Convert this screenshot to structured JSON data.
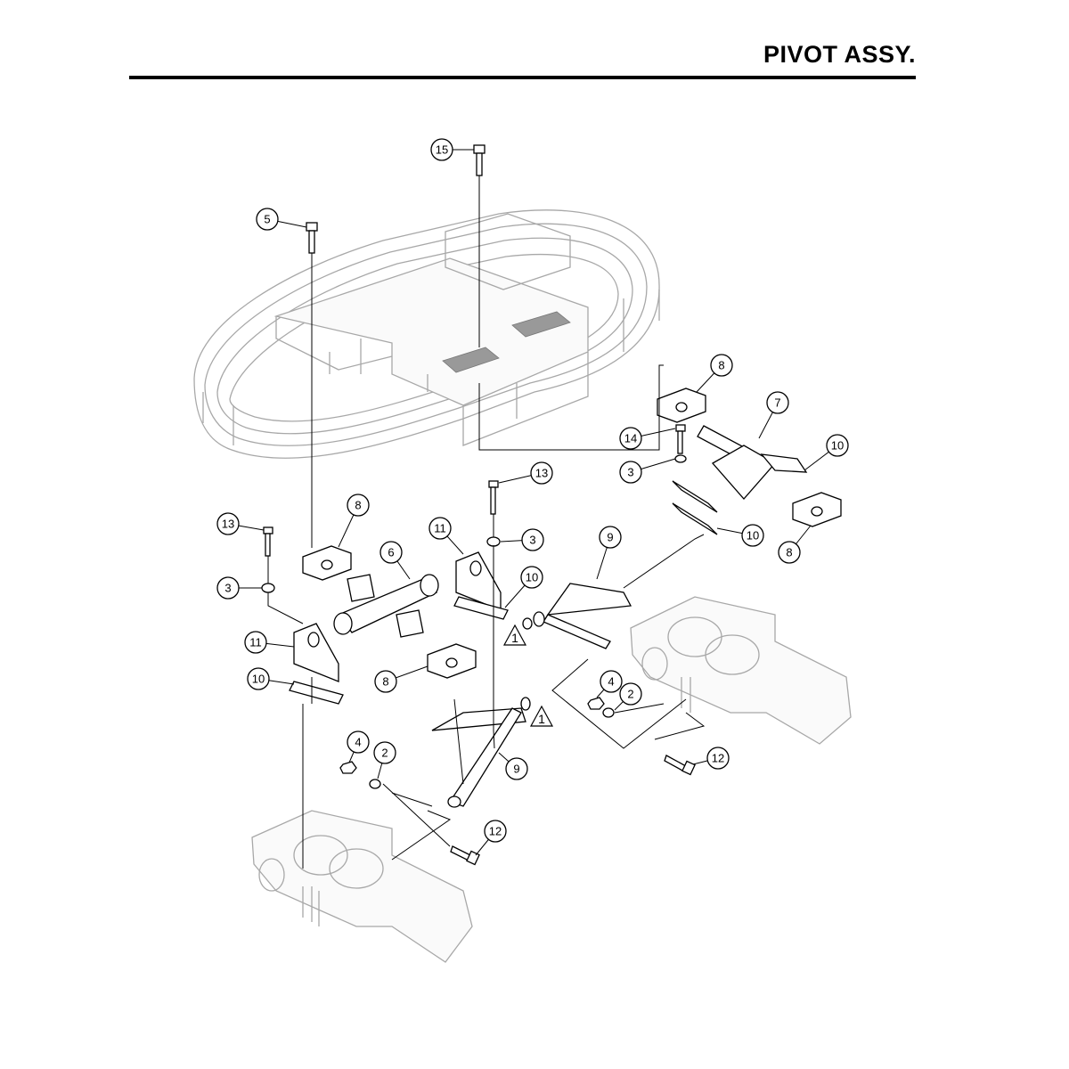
{
  "header": {
    "title": "PIVOT ASSY."
  },
  "callouts": {
    "c15": "15",
    "c5": "5",
    "c8_top": "8",
    "c7": "7",
    "c14": "14",
    "c3_right": "3",
    "c10_right_a": "10",
    "c8_right": "8",
    "c10_right_b": "10",
    "c13_mid": "13",
    "c13_left": "13",
    "c8_mid": "8",
    "c11_mid": "11",
    "c3_mid": "3",
    "c6": "6",
    "c3_left": "3",
    "c10_mid": "10",
    "c9_top": "9",
    "c11_left": "11",
    "c10_left": "10",
    "c8_low": "8",
    "c4_right": "4",
    "c2_right": "2",
    "c12_right": "12",
    "c4_left": "4",
    "c2_left": "2",
    "c9_low": "9",
    "c12_left": "12"
  },
  "warnings": {
    "w1_upper": "1",
    "w1_lower": "1"
  }
}
